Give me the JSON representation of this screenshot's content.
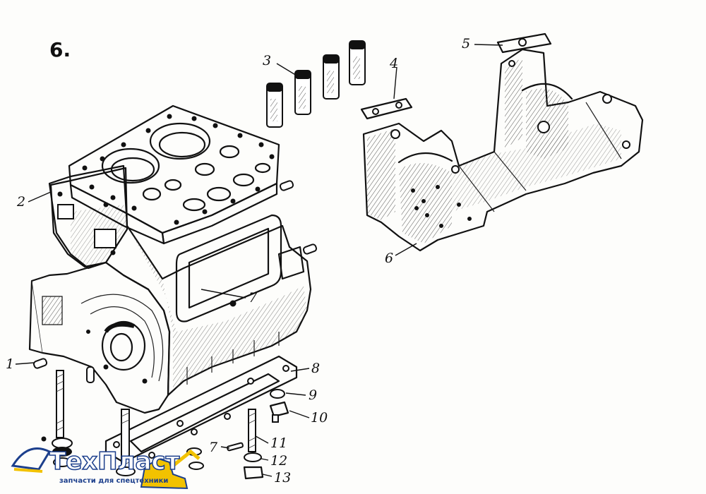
{
  "figure_number": "6.",
  "part_labels": {
    "l1": "1",
    "l2": "2",
    "l3": "3",
    "l4": "4",
    "l5": "5",
    "l6": "6",
    "l7a": "7",
    "l7b": "7",
    "l8": "8",
    "l9": "9",
    "l10": "10",
    "l11": "11",
    "l12": "12",
    "l13": "13"
  },
  "watermark": {
    "brand": "ТехПласт",
    "tagline": "запчасти для спецтехники",
    "accent_color": "#f2c200",
    "brand_color": "#1c3f8c"
  }
}
